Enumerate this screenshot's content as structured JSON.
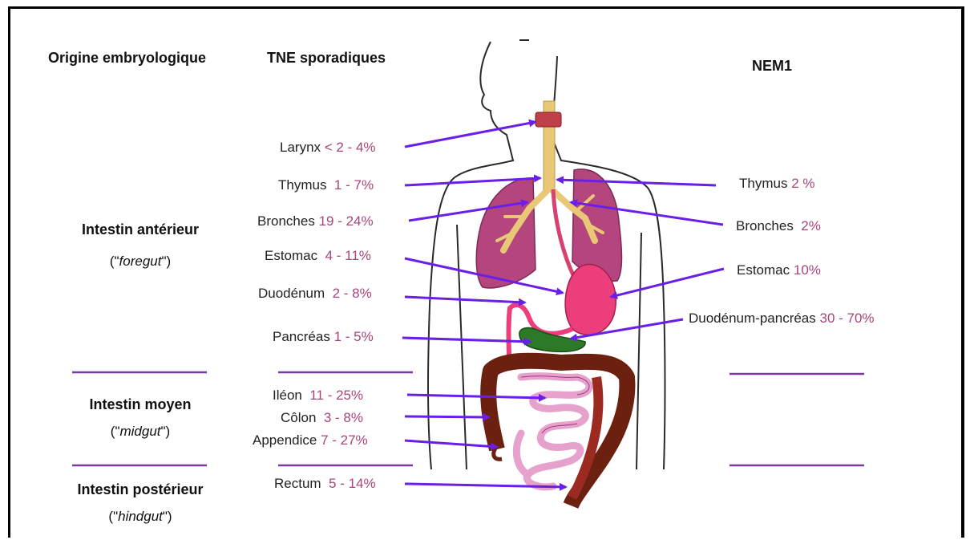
{
  "headers": {
    "origin": "Origine embryologique",
    "sporadic": "TNE sporadiques",
    "nem1": "NEM1"
  },
  "origins": [
    {
      "name": "Intestin antérieur",
      "q1": "(\"",
      "term": "foregut",
      "q2": "\")"
    },
    {
      "name": "Intestin moyen",
      "q1": "(\"",
      "term": "midgut",
      "q2": "\")"
    },
    {
      "name": "Intestin postérieur",
      "q1": "(\"",
      "term": "hindgut",
      "q2": "\")"
    }
  ],
  "sporadic": [
    {
      "organ": "Larynx",
      "value": "< 2 - 4%"
    },
    {
      "organ": "Thymus",
      "value": "1 - 7%"
    },
    {
      "organ": "Bronches",
      "value": "19 - 24%"
    },
    {
      "organ": "Estomac",
      "value": "4 - 11%"
    },
    {
      "organ": "Duodénum",
      "value": "2 - 8%"
    },
    {
      "organ": "Pancréas",
      "value": "1 - 5%"
    },
    {
      "organ": "Iléon",
      "value": "11 - 25%"
    },
    {
      "organ": "Côlon",
      "value": "3 - 8%"
    },
    {
      "organ": "Appendice",
      "value": "7 - 27%"
    },
    {
      "organ": "Rectum",
      "value": "5 - 14%"
    }
  ],
  "nem1": [
    {
      "organ": "Thymus",
      "value": "2 %"
    },
    {
      "organ": "Bronches",
      "value": "2%"
    },
    {
      "organ": "Estomac",
      "value": "10%"
    },
    {
      "organ": "Duodénum-pancréas",
      "value": "30 - 70%"
    }
  ],
  "colors": {
    "arrow": "#6a1fe8",
    "separator": "#7a3aa0",
    "value": "#a8457a",
    "lung": "#b5457d",
    "stomach": "#ec3e7d",
    "pancreas": "#2c7a28",
    "colon": "#6b2010",
    "ileum": "#e6a2cc",
    "trachea": "#e8c777"
  }
}
